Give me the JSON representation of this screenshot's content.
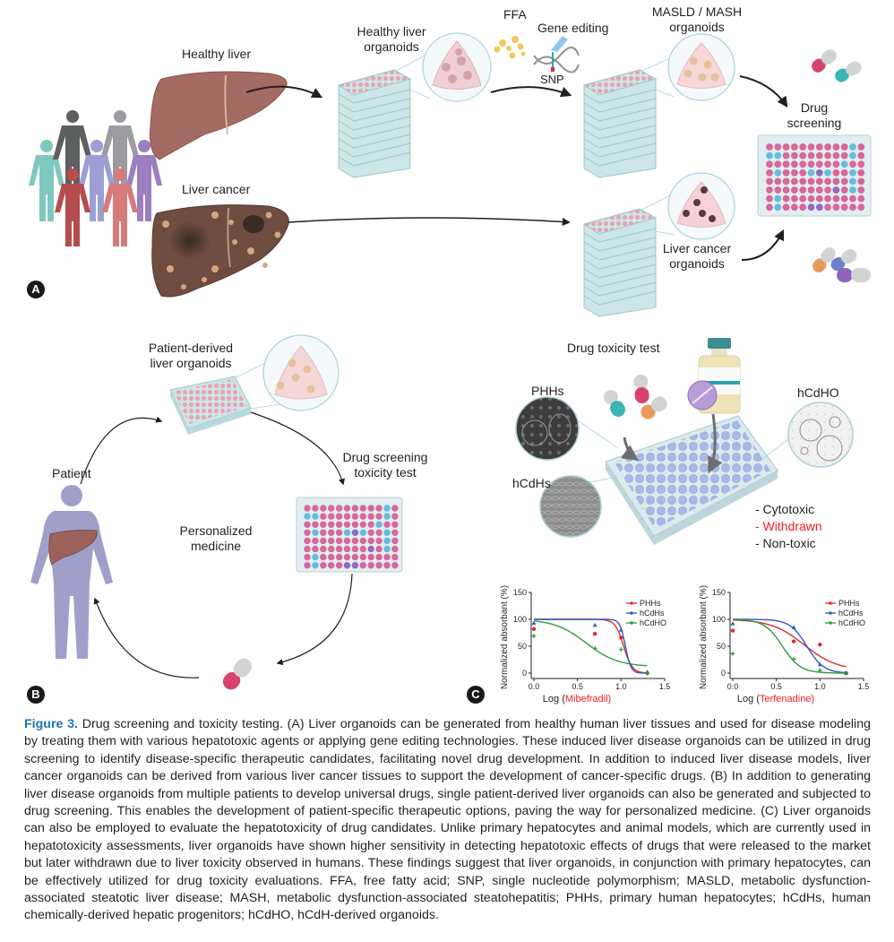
{
  "panelA": {
    "badge": "A",
    "healthy_liver": "Healthy liver",
    "liver_cancer": "Liver cancer",
    "healthy_organoids": [
      "Healthy liver",
      "organoids"
    ],
    "ffa": "FFA",
    "gene_editing": "Gene editing",
    "snp": "SNP",
    "masld_organoids": [
      "MASLD / MASH",
      "organoids"
    ],
    "cancer_organoids": [
      "Liver cancer",
      "organoids"
    ],
    "drug_screening": [
      "Drug",
      "screening"
    ]
  },
  "panelB": {
    "badge": "B",
    "patient_organoids": [
      "Patient-derived",
      "liver organoids"
    ],
    "drug_screening_test": [
      "Drug screening",
      "toxicity test"
    ],
    "patient": "Patient",
    "personalized": [
      "Personalized",
      "medicine"
    ]
  },
  "panelC": {
    "badge": "C",
    "title": "Drug toxicity test",
    "phhs": "PHHs",
    "hcdhs": "hCdHs",
    "hcdho": "hCdHO",
    "outcomes": [
      {
        "label": "- Cytotoxic",
        "color": "#231f20"
      },
      {
        "label": "- Withdrawn",
        "color": "#ed1c24"
      },
      {
        "label": "- Non-toxic",
        "color": "#231f20"
      }
    ]
  },
  "colors": {
    "phhs": "#e8262b",
    "hcdhs": "#2b59c3",
    "hcdho": "#2e9a3f",
    "badge": "#1a1a1a",
    "caption_accent": "#1b75bc"
  },
  "chart_data": [
    {
      "type": "line",
      "title": "",
      "xlabel_prefix": "Log (",
      "xlabel_drug": "Mibefradil",
      "xlabel_suffix": ")",
      "ylabel": "Normalized absorbant (%)",
      "xlim": [
        0,
        1.5
      ],
      "ylim": [
        0,
        150
      ],
      "xticks": [
        "0.0",
        "0.5",
        "1.0",
        "1.5"
      ],
      "yticks": [
        "0",
        "50",
        "100",
        "150"
      ],
      "legend": "top-right",
      "series": [
        {
          "name": "PHHs",
          "marker": "circle",
          "x": [
            0,
            0.7,
            1.0,
            1.3
          ],
          "y": [
            82,
            73,
            66,
            0
          ],
          "fit": {
            "top": 100,
            "bottom": 0,
            "ec50": 1.03,
            "hill": 9
          }
        },
        {
          "name": "hCdHs",
          "marker": "triangle",
          "x": [
            0,
            0.7,
            1.0,
            1.3
          ],
          "y": [
            93,
            89,
            80,
            2
          ],
          "fit": {
            "top": 100,
            "bottom": 0,
            "ec50": 1.05,
            "hill": 14
          }
        },
        {
          "name": "hCdHO",
          "marker": "plus",
          "x": [
            0,
            0.7,
            1.0,
            1.3
          ],
          "y": [
            69,
            46,
            44,
            0
          ],
          "fit": {
            "top": 100,
            "bottom": 12,
            "ec50": 0.6,
            "hill": 2.4
          }
        }
      ]
    },
    {
      "type": "line",
      "title": "",
      "xlabel_prefix": "Log (",
      "xlabel_drug": "Terfenadine",
      "xlabel_suffix": ")",
      "ylabel": "Normalized absorbant (%)",
      "xlim": [
        0,
        1.5
      ],
      "ylim": [
        0,
        150
      ],
      "xticks": [
        "0.0",
        "0.5",
        "1.0",
        "1.5"
      ],
      "yticks": [
        "0",
        "50",
        "100",
        "150"
      ],
      "legend": "top-right",
      "series": [
        {
          "name": "PHHs",
          "marker": "circle",
          "x": [
            0,
            0.7,
            1.0,
            1.3
          ],
          "y": [
            79,
            59,
            53,
            0
          ],
          "fit": {
            "top": 100,
            "bottom": 5,
            "ec50": 0.82,
            "hill": 2.3
          }
        },
        {
          "name": "hCdHs",
          "marker": "triangle",
          "x": [
            0,
            0.7,
            1.0,
            1.3
          ],
          "y": [
            92,
            85,
            16,
            0
          ],
          "fit": {
            "top": 100,
            "bottom": 0,
            "ec50": 0.85,
            "hill": 4.5
          }
        },
        {
          "name": "hCdHO",
          "marker": "plus",
          "x": [
            0,
            0.7,
            1.0,
            1.3
          ],
          "y": [
            36,
            26,
            5,
            0
          ],
          "fit": {
            "top": 100,
            "bottom": 0,
            "ec50": 0.57,
            "hill": 4.2
          }
        }
      ]
    }
  ],
  "caption": {
    "figure_label": "Figure 3.",
    "text": " Drug screening and toxicity testing. (A) Liver organoids can be generated from healthy human liver tissues and used for disease modeling by treating them with various hepatotoxic agents or applying gene editing technologies. These induced liver disease organoids can be utilized in drug screening to identify disease-specific therapeutic candidates, facilitating novel drug development. In addition to induced liver disease models, liver cancer organoids can be derived from various liver cancer tissues to support the development of cancer-specific drugs. (B) In addition to generating liver disease organoids from multiple patients to develop universal drugs, single patient-derived liver organoids can also be generated and subjected to drug screening. This enables the development of patient-specific therapeutic options, paving the way for personalized medicine. (C) Liver organoids can also be employed to evaluate the hepatotoxicity of drug candidates. Unlike primary hepatocytes and animal models, which are currently used in hepatotoxicity assessments, liver organoids have shown higher sensitivity in detecting hepatotoxic effects of drugs that were released to the market but later withdrawn due to liver toxicity observed in humans. These findings suggest that liver organoids, in conjunction with primary hepatocytes, can be effectively utilized for drug toxicity evaluations. FFA, free fatty acid; SNP, single nucleotide polymorphism; MASLD, metabolic dysfunction-associated steatotic liver disease; MASH, metabolic dysfunction-associated steatohepatitis; PHHs, primary human hepatocytes; hCdHs, human chemically-derived hepatic progenitors; hCdHO, hCdH-derived organoids."
  }
}
